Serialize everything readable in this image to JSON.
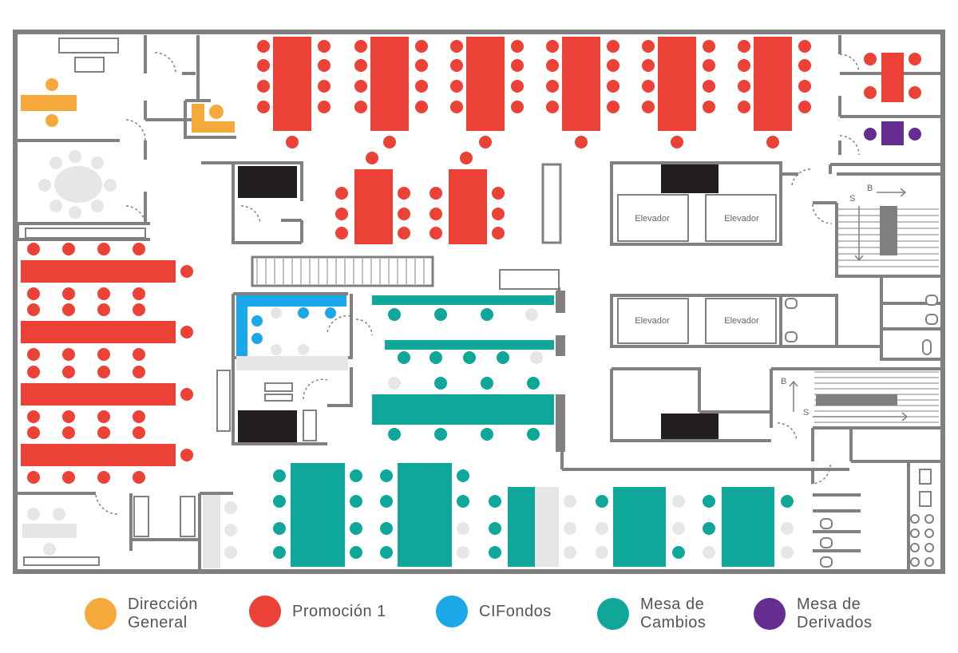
{
  "colors": {
    "wall": "#808080",
    "direccion": "#F5A93B",
    "promocion": "#EC4136",
    "cifondos": "#1BA8E8",
    "mesa_cambios": "#0FA79A",
    "mesa_derivados": "#662D91",
    "furniture": "#e6e6e6",
    "black": "#231f20"
  },
  "labels": {
    "elevator": "Elevador",
    "stair_up": "B",
    "stair_down": "S"
  },
  "legend": [
    {
      "key": "direccion",
      "line1": "Dirección",
      "line2": "General",
      "color": "#F5A93B"
    },
    {
      "key": "promocion",
      "line1": "Promoción 1",
      "line2": "",
      "color": "#EC4136"
    },
    {
      "key": "cifondos",
      "line1": "CIFondos",
      "line2": "",
      "color": "#1BA8E8"
    },
    {
      "key": "mesa_cambios",
      "line1": "Mesa de",
      "line2": "Cambios",
      "color": "#0FA79A"
    },
    {
      "key": "mesa_derivados",
      "line1": "Mesa de",
      "line2": "Derivados",
      "color": "#662D91"
    }
  ]
}
